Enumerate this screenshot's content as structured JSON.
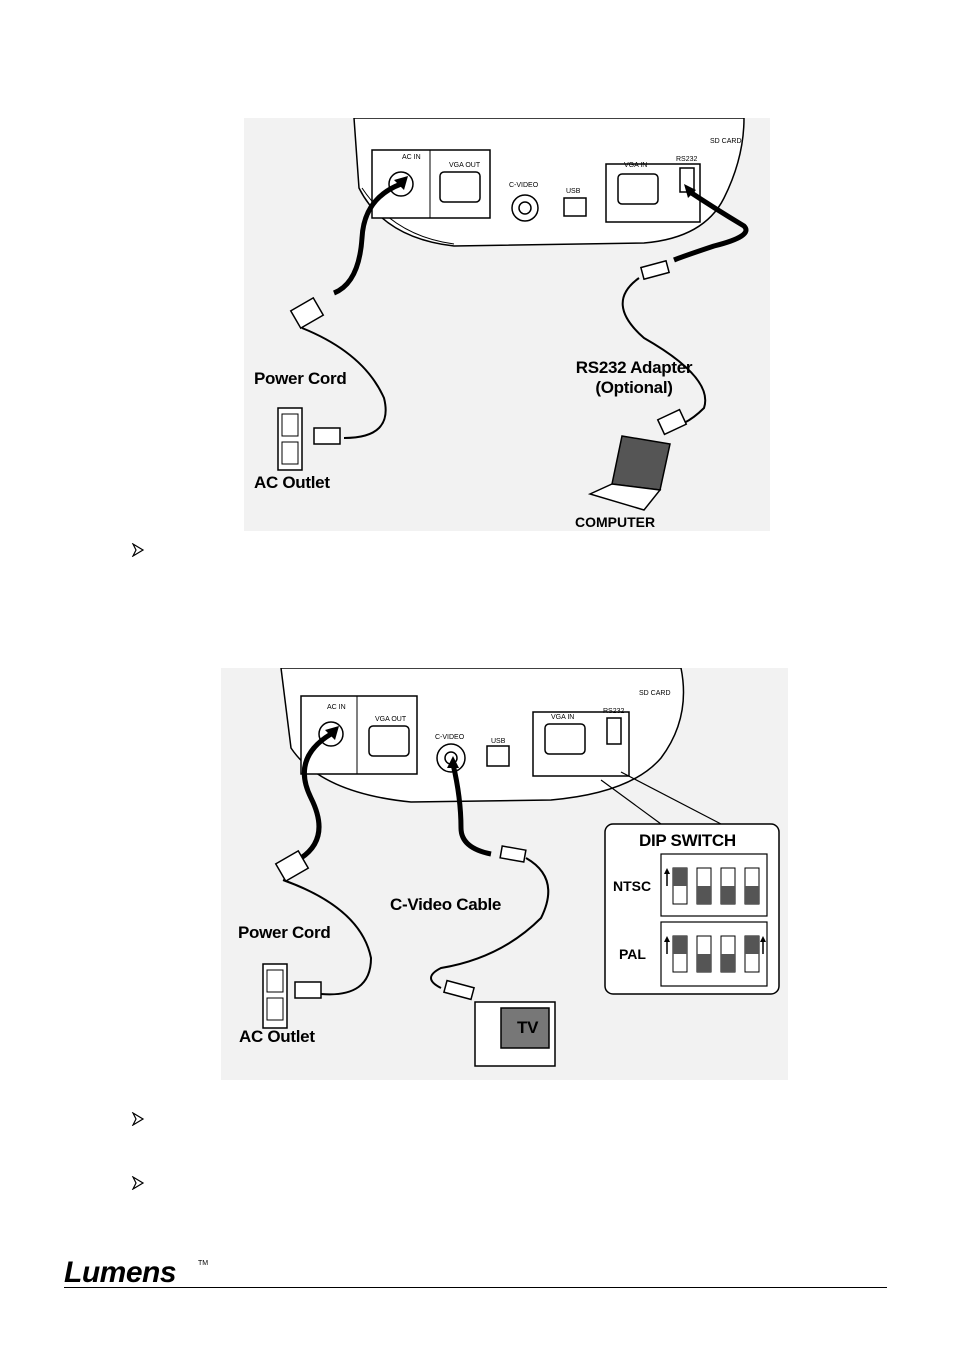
{
  "figure1": {
    "ports": {
      "ac_in": "AC IN",
      "vga_out": "VGA OUT",
      "c_video": "C-VIDEO",
      "usb": "USB",
      "vga_in": "VGA IN",
      "rs232": "RS232",
      "sd_card": "SD CARD"
    },
    "labels": {
      "power_cord": "Power Cord",
      "rs232_adapter_line1": "RS232 Adapter",
      "rs232_adapter_line2": "(Optional)",
      "ac_outlet": "AC Outlet",
      "computer": "COMPUTER"
    }
  },
  "figure2": {
    "ports": {
      "ac_in": "AC IN",
      "vga_out": "VGA OUT",
      "c_video": "C-VIDEO",
      "usb": "USB",
      "vga_in": "VGA IN",
      "rs232": "RS232",
      "sd_card": "SD CARD"
    },
    "labels": {
      "dip_switch": "DIP SWITCH",
      "ntsc": "NTSC",
      "pal": "PAL",
      "c_video_cable": "C-Video Cable",
      "power_cord": "Power Cord",
      "ac_outlet": "AC Outlet",
      "tv": "TV"
    }
  },
  "footer": {
    "brand": "Lumens",
    "trademark": "TM"
  },
  "colors": {
    "figure_bg": "#f2f2f2",
    "line": "#000000",
    "device": "#ffffff"
  }
}
